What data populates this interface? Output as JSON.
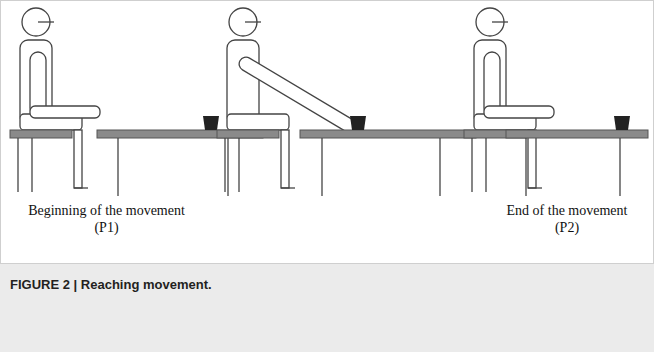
{
  "diagram": {
    "caption": "FIGURE 2 | Reaching movement.",
    "labels": [
      "Beginning of the movement (P1)",
      "End of the movement (P2)"
    ]
  }
}
